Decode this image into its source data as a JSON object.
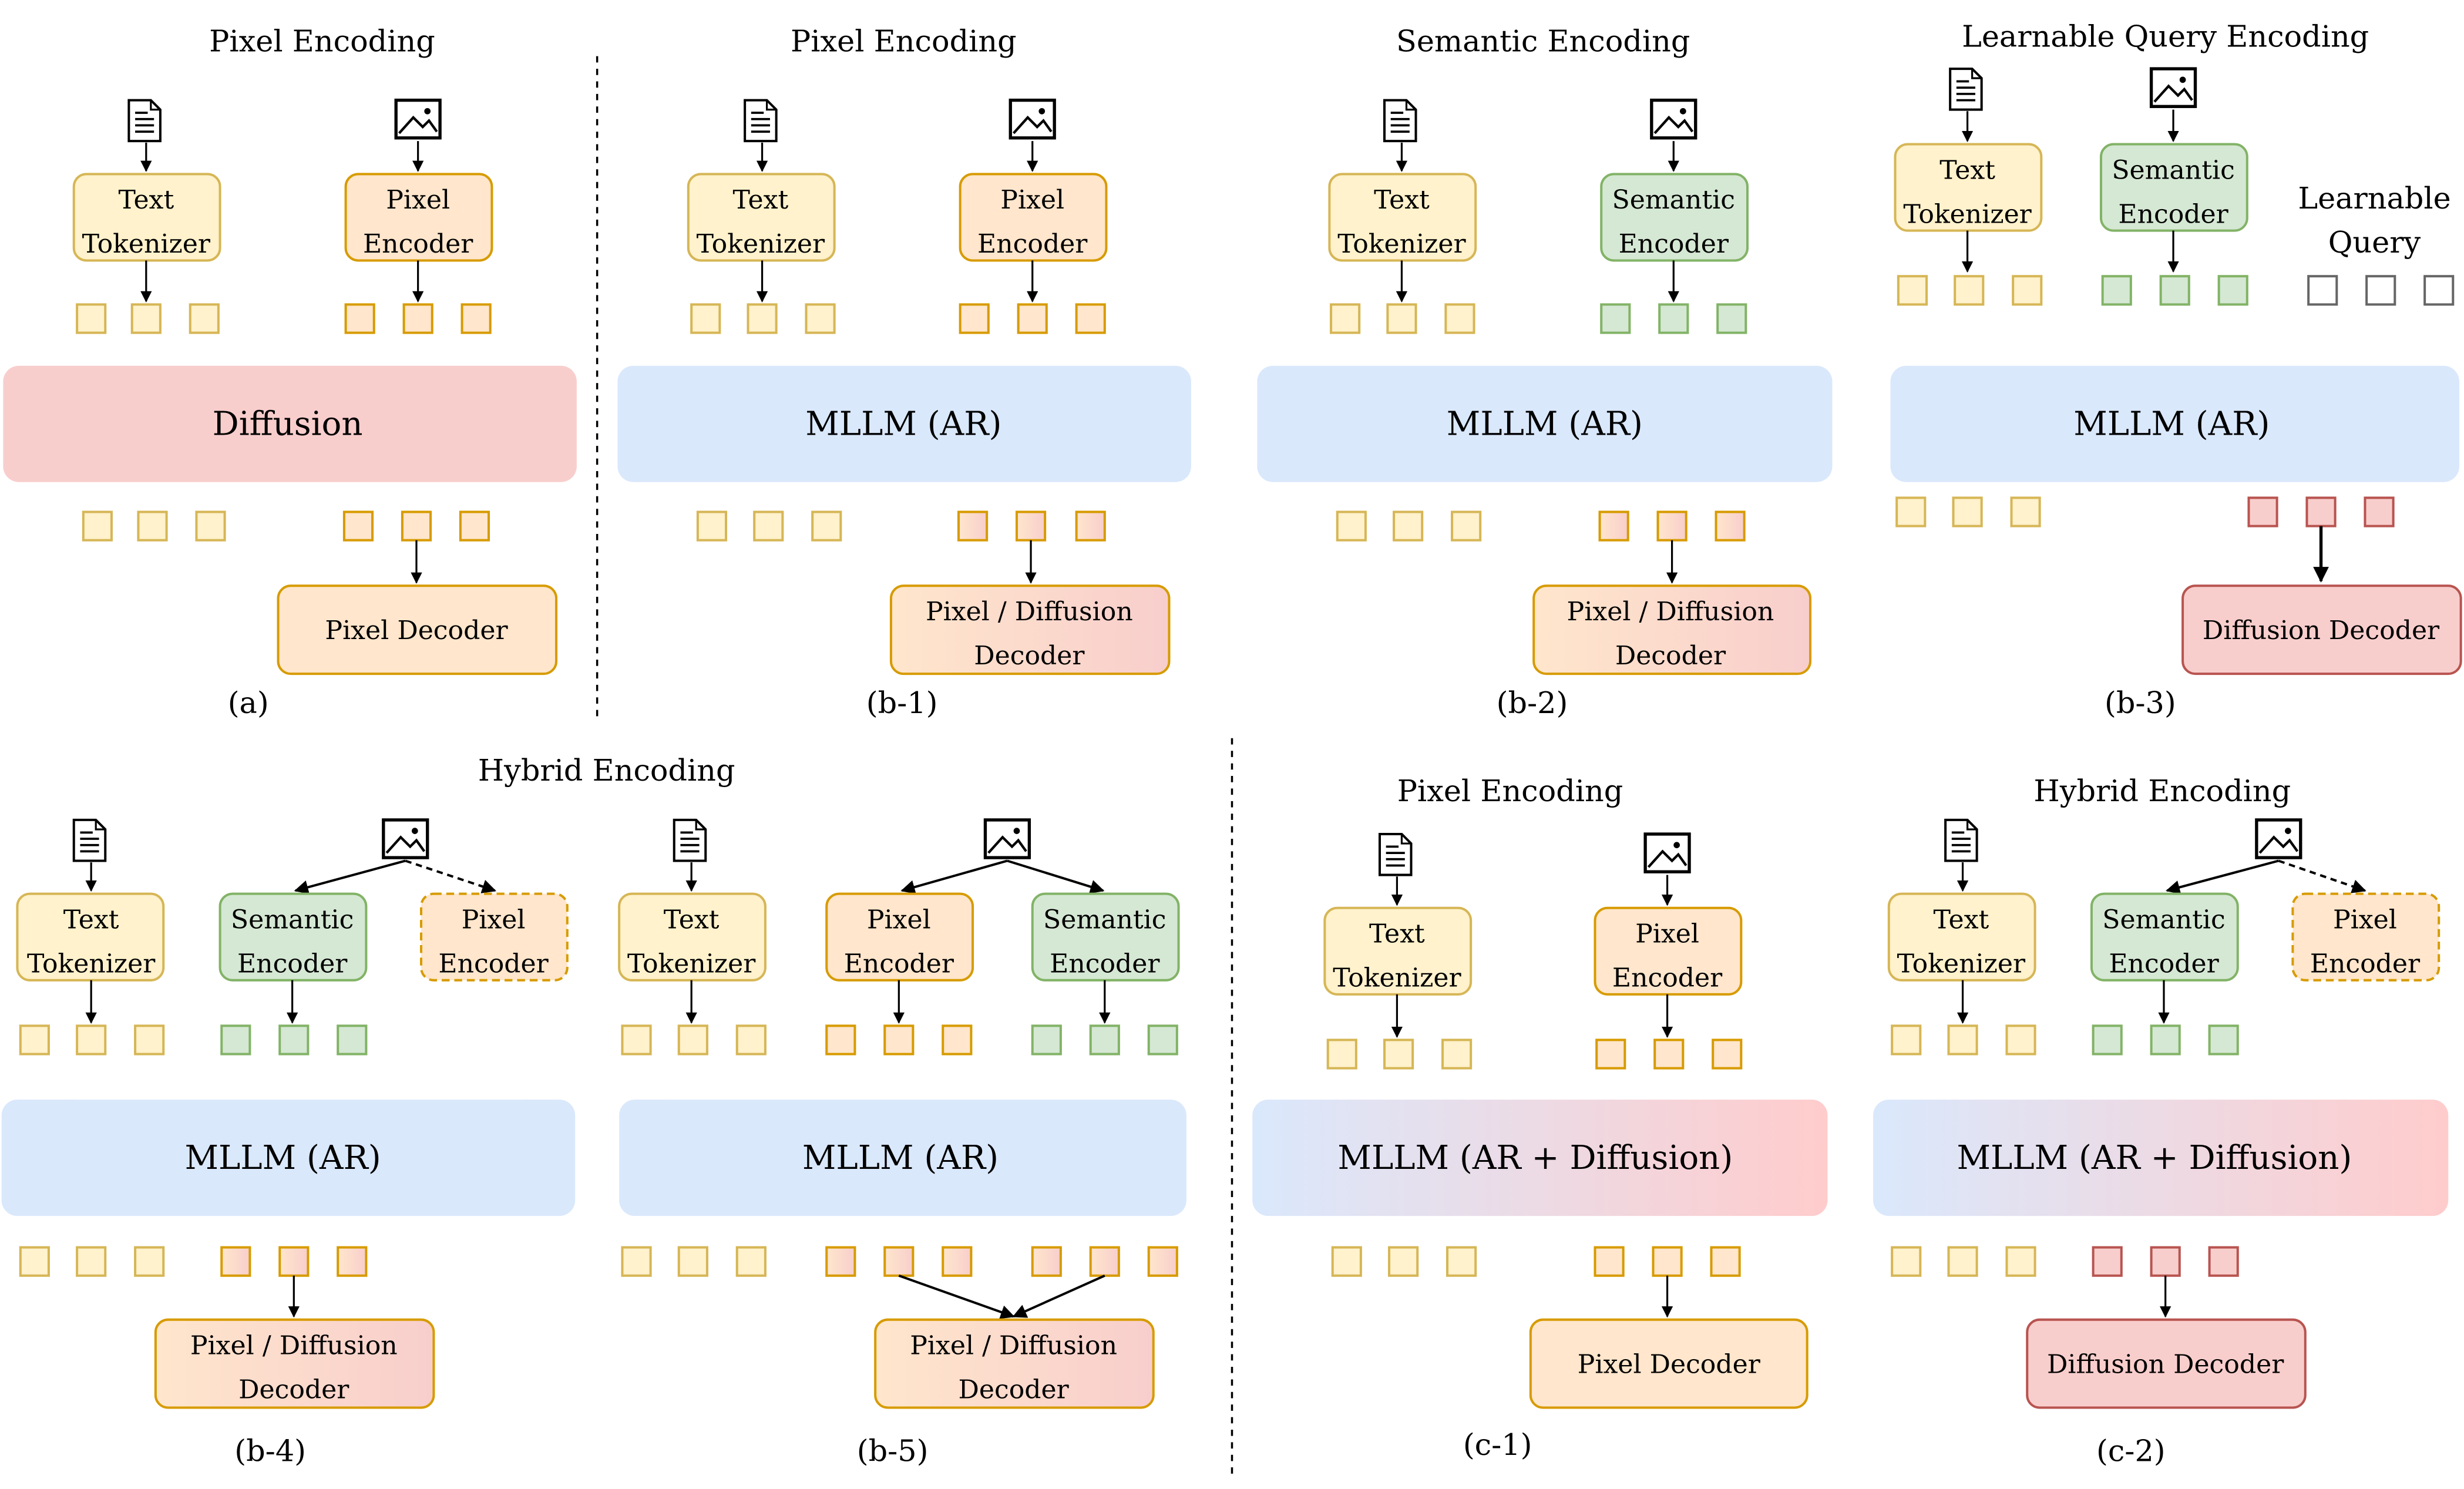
{
  "colors": {
    "text_fill": "#fff2cc",
    "text_stroke": "#d6b656",
    "pixel_fill": "#ffe6cc",
    "pixel_stroke": "#d79b00",
    "semantic_fill": "#d5e8d4",
    "semantic_stroke": "#82b366",
    "diffusion_fill": "#f8cecc",
    "diffusion_stroke": "#b85450",
    "mllm_fill": "#dae8fc",
    "query_stroke": "#666666"
  },
  "panels": {
    "a": {
      "title": "Pixel Encoding",
      "encoders": [
        {
          "label": "Text Tokenizer",
          "kind": "text"
        },
        {
          "label": "Pixel Encoder",
          "kind": "pixel"
        }
      ],
      "model": "Diffusion",
      "decoder": "Pixel Decoder",
      "caption": "(a)"
    },
    "b1": {
      "title": "Pixel Encoding",
      "encoders": [
        {
          "label": "Text Tokenizer",
          "kind": "text"
        },
        {
          "label": "Pixel Encoder",
          "kind": "pixel"
        }
      ],
      "model": "MLLM (AR)",
      "decoder": "Pixel / Diffusion Decoder",
      "caption": "(b-1)"
    },
    "b2": {
      "title": "Semantic Encoding",
      "encoders": [
        {
          "label": "Text Tokenizer",
          "kind": "text"
        },
        {
          "label": "Semantic Encoder",
          "kind": "semantic"
        }
      ],
      "model": "MLLM (AR)",
      "decoder": "Pixel / Diffusion Decoder",
      "caption": "(b-2)"
    },
    "b3": {
      "title": "Learnable Query Encoding",
      "encoders": [
        {
          "label": "Text Tokenizer",
          "kind": "text"
        },
        {
          "label": "Semantic Encoder",
          "kind": "semantic"
        }
      ],
      "query_label": "Learnable Query",
      "model": "MLLM (AR)",
      "decoder": "Diffusion Decoder",
      "caption": "(b-3)"
    },
    "hybrid_title": "Hybrid Encoding",
    "b4": {
      "encoders": [
        {
          "label": "Text Tokenizer",
          "kind": "text"
        },
        {
          "label": "Semantic Encoder",
          "kind": "semantic"
        },
        {
          "label": "Pixel Encoder",
          "kind": "pixel-dashed"
        }
      ],
      "model": "MLLM (AR)",
      "decoder": "Pixel / Diffusion Decoder",
      "caption": "(b-4)"
    },
    "b5": {
      "encoders": [
        {
          "label": "Text Tokenizer",
          "kind": "text"
        },
        {
          "label": "Pixel Encoder",
          "kind": "pixel"
        },
        {
          "label": "Semantic Encoder",
          "kind": "semantic"
        }
      ],
      "model": "MLLM (AR)",
      "decoder": "Pixel / Diffusion Decoder",
      "caption": "(b-5)"
    },
    "c1": {
      "title": "Pixel Encoding",
      "encoders": [
        {
          "label": "Text Tokenizer",
          "kind": "text"
        },
        {
          "label": "Pixel Encoder",
          "kind": "pixel"
        }
      ],
      "model": "MLLM (AR + Diffusion)",
      "decoder": "Pixel Decoder",
      "caption": "(c-1)"
    },
    "c2": {
      "title": "Hybrid Encoding",
      "encoders": [
        {
          "label": "Text Tokenizer",
          "kind": "text"
        },
        {
          "label": "Semantic Encoder",
          "kind": "semantic"
        },
        {
          "label": "Pixel Encoder",
          "kind": "pixel-dashed"
        }
      ],
      "model": "MLLM (AR + Diffusion)",
      "decoder": "Diffusion Decoder",
      "caption": "(c-2)"
    }
  },
  "icons": {
    "document": "document-icon",
    "image": "image-icon"
  }
}
